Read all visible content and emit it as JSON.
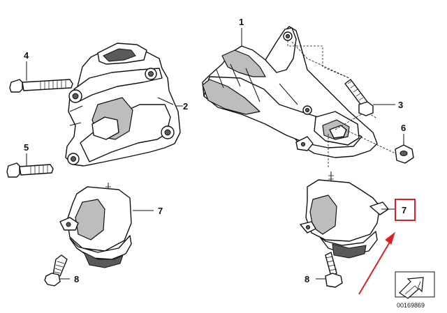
{
  "callouts": {
    "c1": "1",
    "c2": "2",
    "c3": "3",
    "c4": "4",
    "c5": "5",
    "c6": "6",
    "c7_left": "7",
    "c7_right": "7",
    "c8_left": "8",
    "c8_right": "8"
  },
  "reference_number": "00169869",
  "colors": {
    "highlight_box": "#e02020",
    "arrow": "#e02020",
    "line_art": "#111111",
    "shading": "#bdbdbd"
  },
  "icons": {
    "corner": "direction-arrow-icon"
  }
}
